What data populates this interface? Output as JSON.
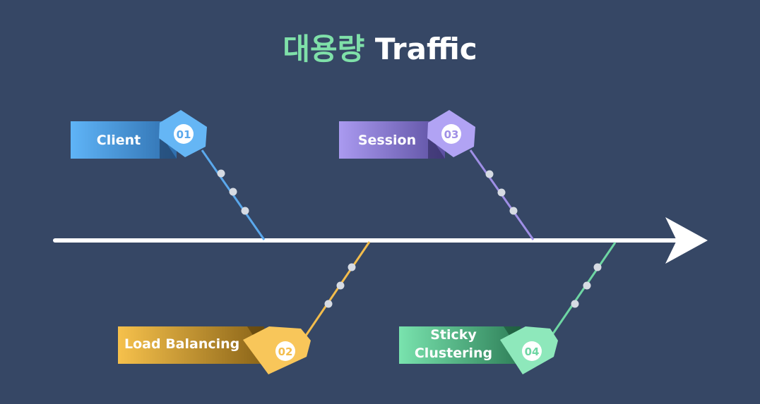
{
  "title": {
    "korean": "대용량",
    "english": "Traffic"
  },
  "colors": {
    "background": "#364765",
    "title_korean": "#7fe0a9",
    "spine": "#ffffff",
    "client": "#5aa8ec",
    "load_balancing": "#f3bd4c",
    "session": "#9f8fe6",
    "sticky_clustering": "#6ed6a3"
  },
  "causes": [
    {
      "id": "client",
      "number": "01",
      "label_lines": [
        "Client"
      ]
    },
    {
      "id": "load-balancing",
      "number": "02",
      "label_lines": [
        "Load Balancing"
      ]
    },
    {
      "id": "session",
      "number": "03",
      "label_lines": [
        "Session"
      ]
    },
    {
      "id": "sticky-clustering",
      "number": "04",
      "label_lines": [
        "Sticky",
        "Clustering"
      ]
    }
  ]
}
